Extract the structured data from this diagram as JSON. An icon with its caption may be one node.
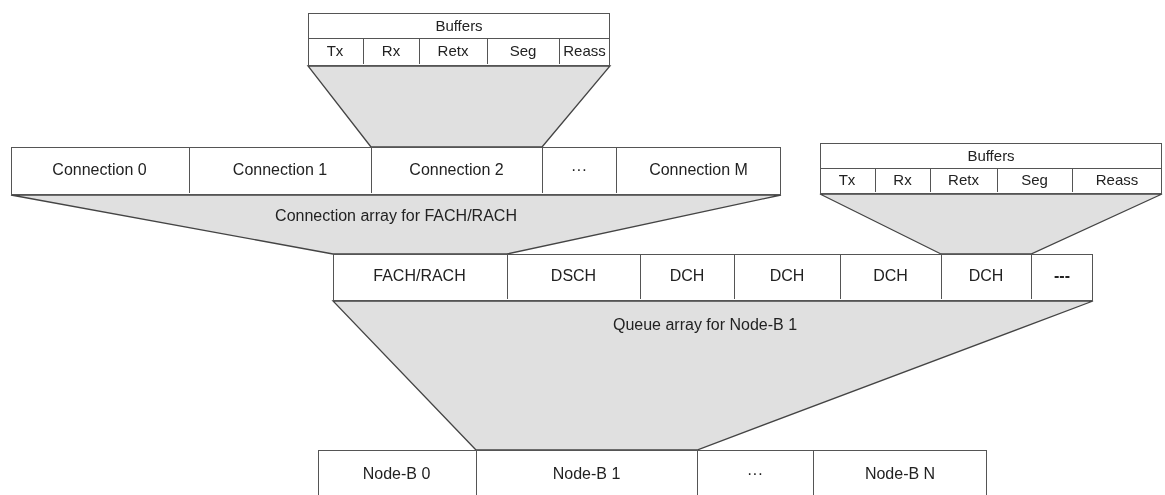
{
  "diagram": {
    "nodes": [
      {
        "text": [
          "Buffers"
        ]
      },
      {
        "text": [
          "Tx"
        ],
        "in": 0
      },
      {
        "text": [
          "Rx"
        ],
        "in": 0
      },
      {
        "text": [
          "Retx"
        ],
        "in": 0
      },
      {
        "text": [
          "Seg"
        ],
        "in": 0
      },
      {
        "text": [
          "Reass"
        ],
        "in": 0
      },
      {
        "text": [],
        "shape": "box"
      },
      {
        "text": [
          "Connection 0"
        ],
        "in": 6
      },
      {
        "text": [
          "Connection 1"
        ],
        "in": 6
      },
      {
        "text": [
          "Connection 2"
        ],
        "in": 6
      },
      {
        "text": [
          "···"
        ],
        "in": 6
      },
      {
        "text": [
          "Connection M"
        ],
        "in": 6
      },
      {
        "text": [
          "Buffers"
        ]
      },
      {
        "text": [
          "Tx"
        ],
        "in": 12
      },
      {
        "text": [
          "Rx"
        ],
        "in": 12
      },
      {
        "text": [
          "Retx"
        ],
        "in": 12
      },
      {
        "text": [
          "Seg"
        ],
        "in": 12
      },
      {
        "text": [
          "Reass"
        ],
        "in": 12
      },
      {
        "text": [],
        "shape": "box"
      },
      {
        "text": [
          "FACH/RACH"
        ],
        "in": 18
      },
      {
        "text": [
          "DSCH"
        ],
        "in": 18
      },
      {
        "text": [
          "DCH"
        ],
        "in": 18
      },
      {
        "text": [
          "DCH"
        ],
        "in": 18
      },
      {
        "text": [
          "DCH"
        ],
        "in": 18
      },
      {
        "text": [
          "DCH"
        ],
        "in": 18
      },
      {
        "text": [
          "---"
        ],
        "in": 18
      },
      {
        "text": [],
        "shape": "box"
      },
      {
        "text": [
          "Node-B 0"
        ],
        "in": 26
      },
      {
        "text": [
          "Node-B 1"
        ],
        "in": 26
      },
      {
        "text": [
          "···"
        ],
        "in": 26
      },
      {
        "text": [
          "Node-B N"
        ],
        "in": 26
      }
    ],
    "edges": [
      {
        "from": 9,
        "to": 0,
        "arrow": "none"
      },
      {
        "from": 19,
        "to": 6,
        "arrow": "none",
        "label": "Connection array for FACH/RACH"
      },
      {
        "from": 24,
        "to": 12,
        "arrow": "none"
      },
      {
        "from": 28,
        "to": 18,
        "arrow": "none",
        "label": "Queue array for Node-B 1"
      }
    ]
  }
}
